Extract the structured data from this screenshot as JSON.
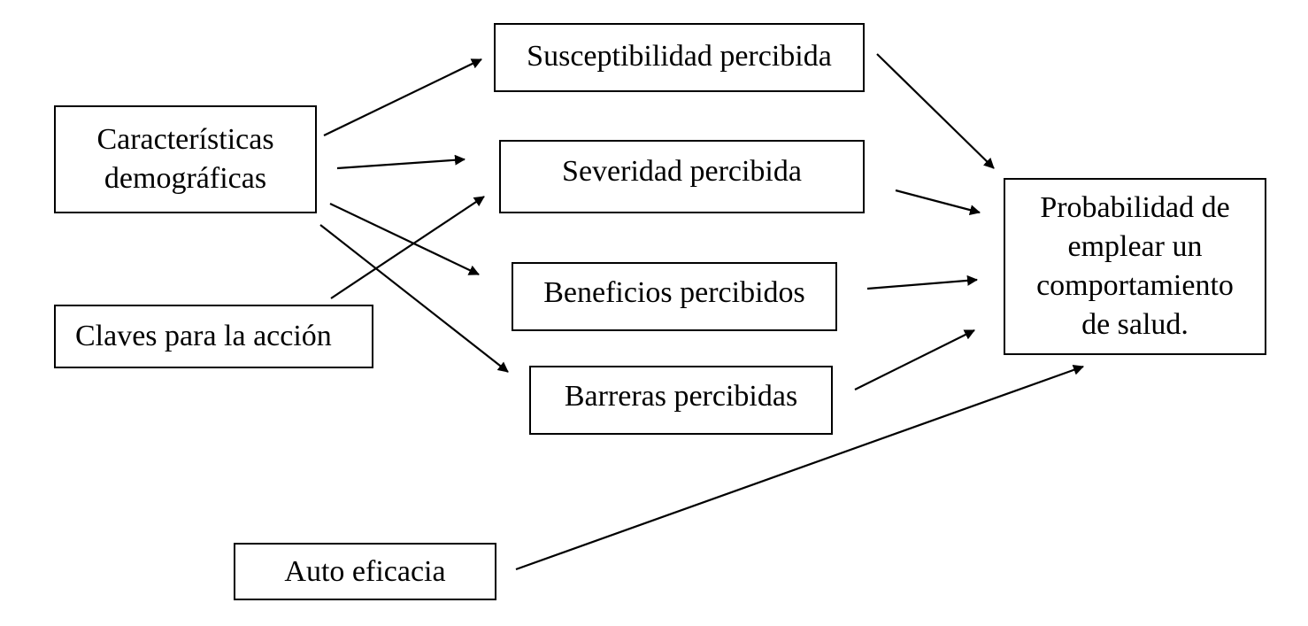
{
  "nodes": {
    "demograficas": "Características\ndemográficas",
    "claves": "Claves para la acción",
    "auto_eficacia": "Auto eficacia",
    "susceptibilidad": "Susceptibilidad percibida",
    "severidad": "Severidad percibida",
    "beneficios": "Beneficios percibidos",
    "barreras": "Barreras percibidas",
    "probabilidad": "Probabilidad de\nemplear un\ncomportamiento\nde salud."
  },
  "edges": [
    {
      "from": "demograficas",
      "to": "susceptibilidad"
    },
    {
      "from": "demograficas",
      "to": "severidad"
    },
    {
      "from": "demograficas",
      "to": "beneficios"
    },
    {
      "from": "demograficas",
      "to": "barreras"
    },
    {
      "from": "claves",
      "to": "severidad"
    },
    {
      "from": "susceptibilidad",
      "to": "probabilidad"
    },
    {
      "from": "severidad",
      "to": "probabilidad"
    },
    {
      "from": "beneficios",
      "to": "probabilidad"
    },
    {
      "from": "barreras",
      "to": "probabilidad"
    },
    {
      "from": "auto_eficacia",
      "to": "probabilidad"
    }
  ],
  "colors": {
    "stroke": "#000000",
    "background": "#ffffff",
    "text": "#000000"
  }
}
